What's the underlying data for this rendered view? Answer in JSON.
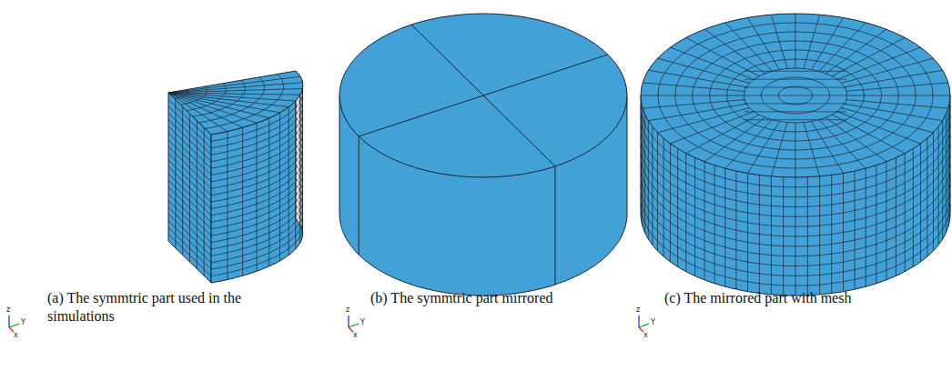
{
  "diagram": {
    "labels": [
      "z",
      "Y",
      "x",
      "(a) The symmtric part used in the simulations",
      "z",
      "Y",
      "x",
      "(b) The symmtric part mirrored",
      "z",
      "Y",
      "x",
      "(c) The mirrored part with mesh"
    ]
  }
}
